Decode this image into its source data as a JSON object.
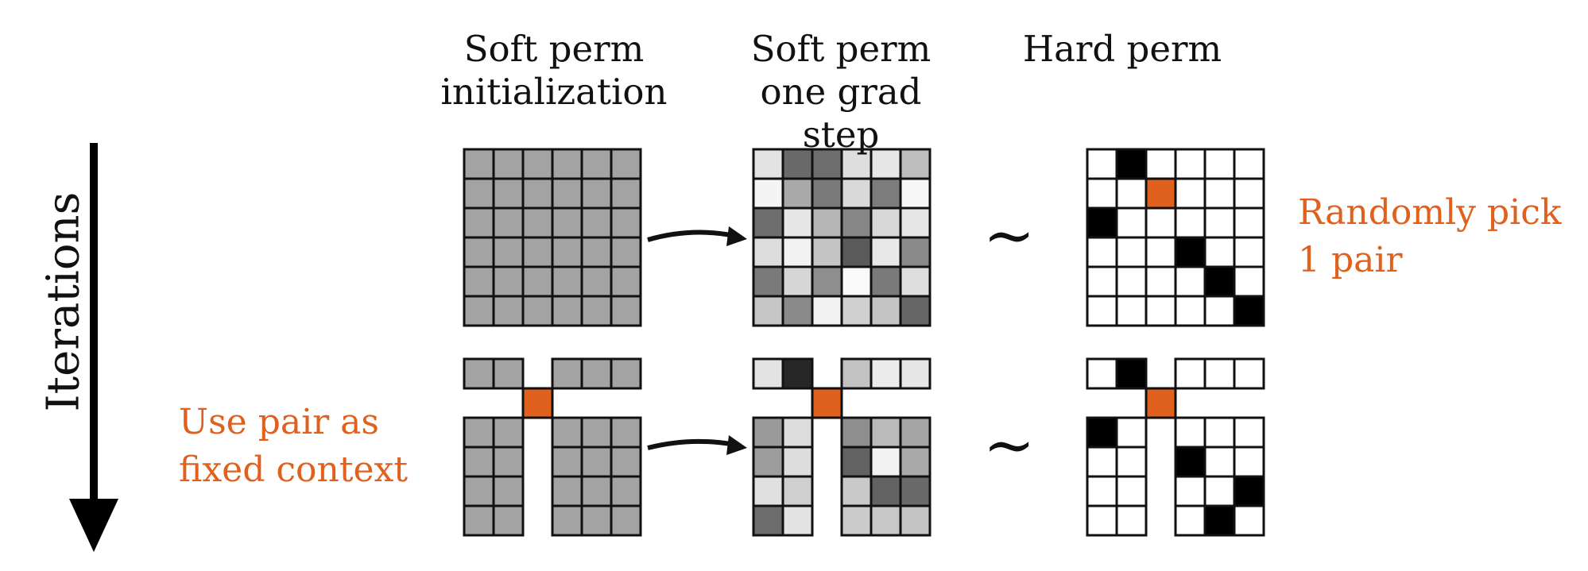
{
  "headers": {
    "col1": "Soft perm\ninitialization",
    "col2": "Soft perm\none grad step",
    "col3": "Hard perm"
  },
  "axis_label": "Iterations",
  "notes": {
    "pick": "Randomly pick\n1 pair",
    "context": "Use pair as\nfixed context"
  },
  "tilde": "∼",
  "colors": {
    "accent": "#e0601e",
    "grid_line": "#111111",
    "init_gray": "#a3a3a3"
  },
  "matrices": {
    "top_init": [
      [
        "#a3a3a3",
        "#a3a3a3",
        "#a3a3a3",
        "#a3a3a3",
        "#a3a3a3",
        "#a3a3a3"
      ],
      [
        "#a3a3a3",
        "#a3a3a3",
        "#a3a3a3",
        "#a3a3a3",
        "#a3a3a3",
        "#a3a3a3"
      ],
      [
        "#a3a3a3",
        "#a3a3a3",
        "#a3a3a3",
        "#a3a3a3",
        "#a3a3a3",
        "#a3a3a3"
      ],
      [
        "#a3a3a3",
        "#a3a3a3",
        "#a3a3a3",
        "#a3a3a3",
        "#a3a3a3",
        "#a3a3a3"
      ],
      [
        "#a3a3a3",
        "#a3a3a3",
        "#a3a3a3",
        "#a3a3a3",
        "#a3a3a3",
        "#a3a3a3"
      ],
      [
        "#a3a3a3",
        "#a3a3a3",
        "#a3a3a3",
        "#a3a3a3",
        "#a3a3a3",
        "#a3a3a3"
      ]
    ],
    "top_grad": [
      [
        "#e3e3e3",
        "#6a6a6a",
        "#6e6e6e",
        "#dedede",
        "#e6e6e6",
        "#bdbdbd"
      ],
      [
        "#f4f4f4",
        "#a9a9a9",
        "#7a7a7a",
        "#d9d9d9",
        "#7c7c7c",
        "#f7f7f7"
      ],
      [
        "#6e6e6e",
        "#e6e6e6",
        "#b5b5b5",
        "#868686",
        "#d7d7d7",
        "#e6e6e6"
      ],
      [
        "#dddddd",
        "#f2f2f2",
        "#c5c5c5",
        "#5a5a5a",
        "#e8e8e8",
        "#8a8a8a"
      ],
      [
        "#7a7a7a",
        "#d6d6d6",
        "#8e8e8e",
        "#fafafa",
        "#7a7a7a",
        "#dedede"
      ],
      [
        "#c6c6c6",
        "#8a8a8a",
        "#f2f2f2",
        "#d0d0d0",
        "#c4c4c4",
        "#666666"
      ]
    ],
    "top_hard": [
      [
        "#ffffff",
        "#000000",
        "#ffffff",
        "#ffffff",
        "#ffffff",
        "#ffffff"
      ],
      [
        "#ffffff",
        "#ffffff",
        "#e0601e",
        "#ffffff",
        "#ffffff",
        "#ffffff"
      ],
      [
        "#000000",
        "#ffffff",
        "#ffffff",
        "#ffffff",
        "#ffffff",
        "#ffffff"
      ],
      [
        "#ffffff",
        "#ffffff",
        "#ffffff",
        "#000000",
        "#ffffff",
        "#ffffff"
      ],
      [
        "#ffffff",
        "#ffffff",
        "#ffffff",
        "#ffffff",
        "#000000",
        "#ffffff"
      ],
      [
        "#ffffff",
        "#ffffff",
        "#ffffff",
        "#ffffff",
        "#ffffff",
        "#000000"
      ]
    ],
    "bottom_init": [
      [
        "#a3a3a3",
        "#a3a3a3",
        null,
        "#a3a3a3",
        "#a3a3a3",
        "#a3a3a3"
      ],
      [
        null,
        null,
        "#e0601e",
        null,
        null,
        null
      ],
      [
        "#a3a3a3",
        "#a3a3a3",
        null,
        "#a3a3a3",
        "#a3a3a3",
        "#a3a3a3"
      ],
      [
        "#a3a3a3",
        "#a3a3a3",
        null,
        "#a3a3a3",
        "#a3a3a3",
        "#a3a3a3"
      ],
      [
        "#a3a3a3",
        "#a3a3a3",
        null,
        "#a3a3a3",
        "#a3a3a3",
        "#a3a3a3"
      ],
      [
        "#a3a3a3",
        "#a3a3a3",
        null,
        "#a3a3a3",
        "#a3a3a3",
        "#a3a3a3"
      ]
    ],
    "bottom_grad": [
      [
        "#e3e3e3",
        "#262626",
        null,
        "#c2c2c2",
        "#ececec",
        "#e6e6e6"
      ],
      [
        null,
        null,
        "#e0601e",
        null,
        null,
        null
      ],
      [
        "#9a9a9a",
        "#dcdcdc",
        null,
        "#8e8e8e",
        "#bababa",
        "#a5a5a5"
      ],
      [
        "#9d9d9d",
        "#dddddd",
        null,
        "#626262",
        "#f2f2f2",
        "#a9a9a9"
      ],
      [
        "#e0e0e0",
        "#cfcfcf",
        null,
        "#c9c9c9",
        "#626262",
        "#6a6a6a"
      ],
      [
        "#6c6c6c",
        "#e3e3e3",
        null,
        "#cbcbcb",
        "#c7c7c7",
        "#c4c4c4"
      ]
    ],
    "bottom_hard": [
      [
        "#ffffff",
        "#000000",
        null,
        "#ffffff",
        "#ffffff",
        "#ffffff"
      ],
      [
        null,
        null,
        "#e0601e",
        null,
        null,
        null
      ],
      [
        "#000000",
        "#ffffff",
        null,
        "#ffffff",
        "#ffffff",
        "#ffffff"
      ],
      [
        "#ffffff",
        "#ffffff",
        null,
        "#000000",
        "#ffffff",
        "#ffffff"
      ],
      [
        "#ffffff",
        "#ffffff",
        null,
        "#ffffff",
        "#ffffff",
        "#000000"
      ],
      [
        "#ffffff",
        "#ffffff",
        null,
        "#ffffff",
        "#000000",
        "#ffffff"
      ]
    ]
  }
}
